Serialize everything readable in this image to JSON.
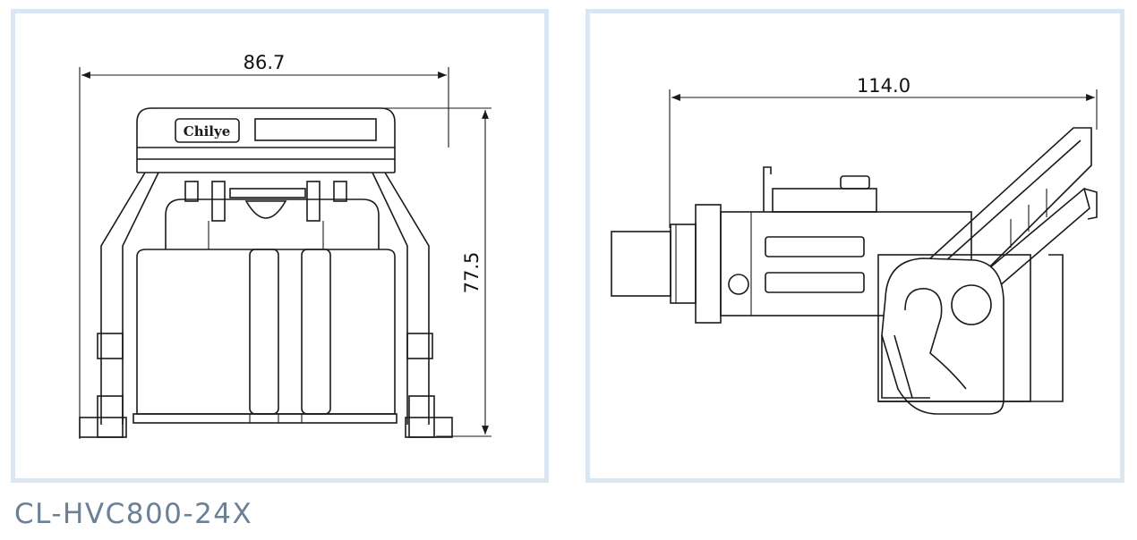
{
  "front_view": {
    "width_dimension": "86.7",
    "height_dimension": "77.5",
    "logo_text": "Chilye"
  },
  "side_view": {
    "length_dimension": "114.0"
  },
  "caption": "CL-HVC800-24X",
  "colors": {
    "panel_border": "#dae6f1",
    "caption": "#6b7f96",
    "line": "#1a1a1a"
  }
}
